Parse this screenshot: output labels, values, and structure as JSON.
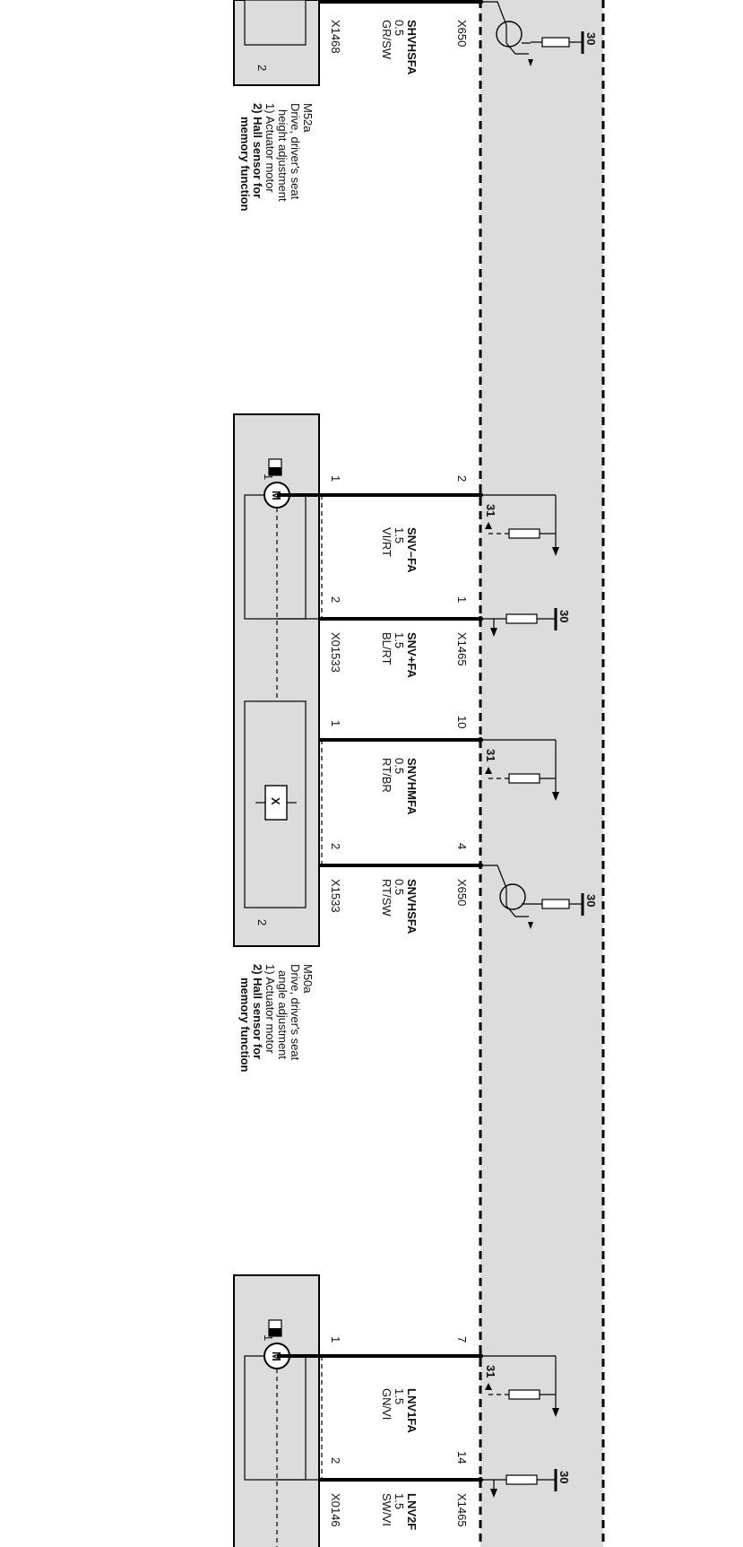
{
  "diagram": {
    "components": [
      {
        "id": "M52a",
        "desc": [
          "Drive, driver's seat",
          "height adjustment",
          "1) Actuator motor",
          "2) Hall sensor for",
          "memory function"
        ],
        "hall_label": "2",
        "wires": [
          {
            "name": "SHVHSFA",
            "size": "0.5",
            "color": "GR/SW",
            "connector": "X650",
            "plug": "X1468"
          }
        ]
      },
      {
        "id": "M50a",
        "desc": [
          "Drive, driver's seat",
          "angle adjustment",
          "1) Actuator motor",
          "2) Hall sensor for",
          "memory function"
        ],
        "motor_label": "1",
        "hall_label": "2",
        "wires": [
          {
            "name": "SNV–FA",
            "size": "1.5",
            "color": "VI/RT",
            "ctrl_pin": "2",
            "comp_pin": "1",
            "terminal": "31"
          },
          {
            "name": "SNV+FA",
            "size": "1.5",
            "color": "BL/RT",
            "ctrl_pin": "1",
            "comp_pin": "2",
            "terminal": "30",
            "connector": "X1465",
            "plug": "X01533"
          },
          {
            "name": "SNVHMFA",
            "size": "0.5",
            "color": "RT/BR",
            "ctrl_pin": "10",
            "comp_pin": "1",
            "terminal": "31"
          },
          {
            "name": "SNVHSFA",
            "size": "0.5",
            "color": "RT/SW",
            "ctrl_pin": "4",
            "comp_pin": "2",
            "terminal": "30",
            "connector": "X650",
            "plug": "X1533"
          }
        ]
      },
      {
        "id": "",
        "motor_label": "1",
        "wires": [
          {
            "name": "LNV1FA",
            "size": "1.5",
            "color": "GN/VI",
            "ctrl_pin": "7",
            "comp_pin": "1",
            "terminal": "31"
          },
          {
            "name": "LNV2F",
            "size": "1.5",
            "color": "SW/VI",
            "ctrl_pin": "14",
            "comp_pin": "2",
            "terminal": "30",
            "connector": "X1465",
            "plug": "X0146"
          }
        ]
      }
    ],
    "terminal_top": "30",
    "motor_symbol": "M",
    "sensor_symbol": "X"
  }
}
